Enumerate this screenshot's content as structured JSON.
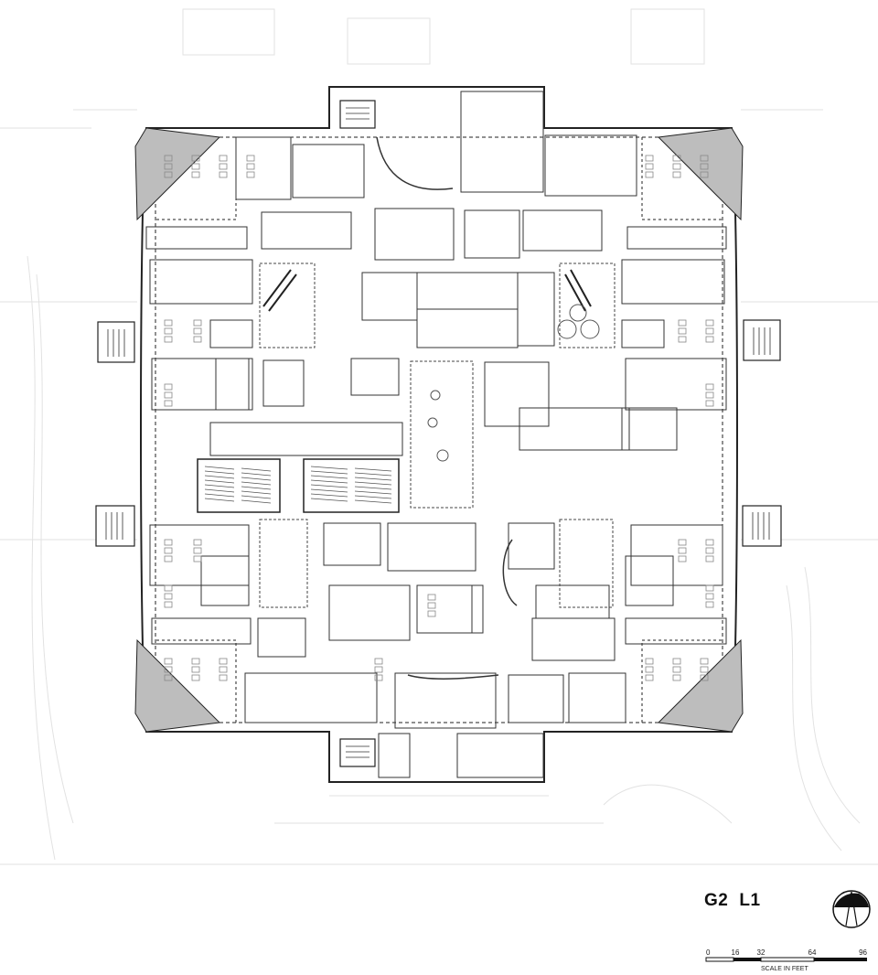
{
  "drawing": {
    "building": "G2",
    "level": "L1"
  },
  "scale": {
    "caption": "SCALE IN FEET",
    "ticks": [
      "0",
      "16",
      "32",
      "64",
      "96"
    ]
  },
  "icons": {
    "north": "north-arrow-icon"
  }
}
